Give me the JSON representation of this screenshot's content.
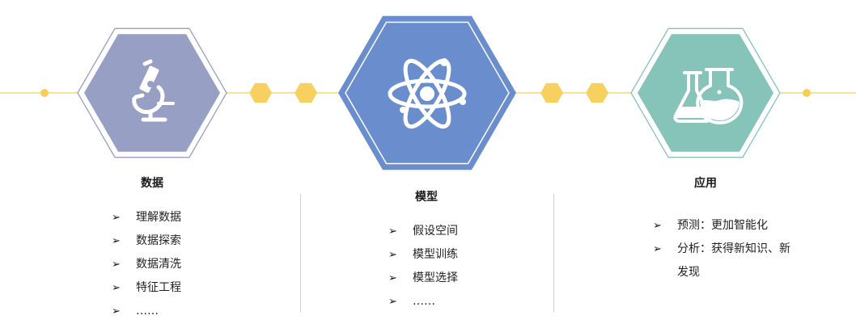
{
  "colors": {
    "timeline": "#f5cf5a",
    "data_hex": "#979fc4",
    "model_hex": "#6a8ecd",
    "app_hex": "#86c3b9",
    "connector_hex": "#f8d05f",
    "divider": "#cfcfcf"
  },
  "icons": {
    "data": "microscope-icon",
    "model": "atom-icon",
    "app": "flask-icon",
    "bullet": "arrowhead-bullet-icon"
  },
  "bullet_glyph": "➢",
  "blocks": {
    "data": {
      "title": "数据",
      "items": [
        "理解数据",
        "数据探索",
        "数据清洗",
        "特征工程",
        "……"
      ]
    },
    "model": {
      "title": "模型",
      "items": [
        "假设空间",
        "模型训练",
        "模型选择",
        "……"
      ]
    },
    "app": {
      "title": "应用",
      "items": [
        "预测：更加智能化",
        "分析：获得新知识、新发现"
      ]
    }
  }
}
